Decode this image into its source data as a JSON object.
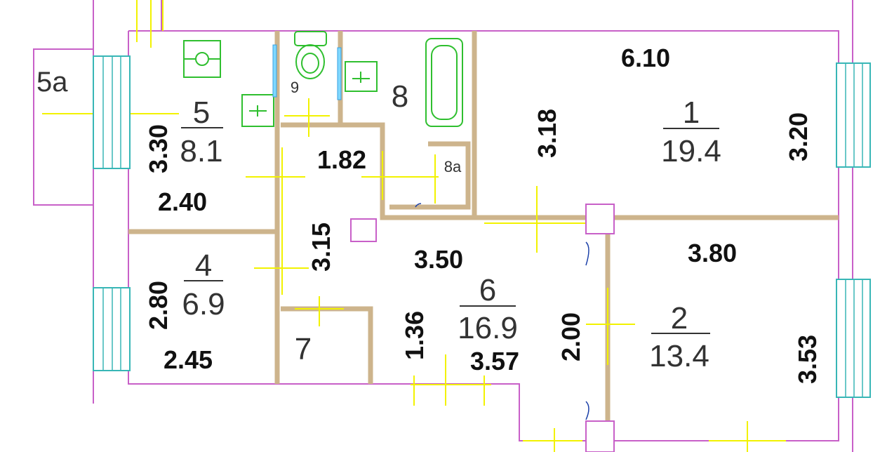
{
  "rooms": {
    "r1": {
      "num": "1",
      "area": "19.4"
    },
    "r2": {
      "num": "2",
      "area": "13.4"
    },
    "r4": {
      "num": "4",
      "area": "6.9"
    },
    "r5": {
      "num": "5",
      "area": "8.1"
    },
    "r5a": {
      "label": "5a"
    },
    "r6": {
      "num": "6",
      "area": "16.9"
    },
    "r7": {
      "label": "7"
    },
    "r8": {
      "label": "8"
    },
    "r8a": {
      "label": "8a"
    },
    "r9": {
      "label": "9"
    }
  },
  "dimensions": {
    "d610": "6.10",
    "d318": "3.18",
    "d320": "3.20",
    "d330": "3.30",
    "d240": "2.40",
    "d182": "1.82",
    "d315": "3.15",
    "d350": "3.50",
    "d380": "3.80",
    "d280": "2.80",
    "d245": "2.45",
    "d136": "1.36",
    "d357": "3.57",
    "d200": "2.00",
    "d353": "3.53"
  },
  "colors": {
    "outer_wall": "#c860c8",
    "inner_wall": "#cdb48c",
    "door": "#f2f200",
    "window": "#38b6b6",
    "fixture": "#2fbf2f"
  }
}
